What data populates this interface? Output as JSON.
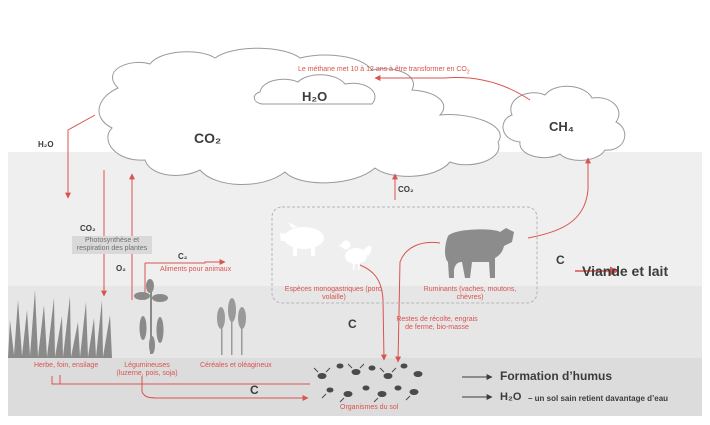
{
  "colors": {
    "accent_red": "#d9534f",
    "band_light": "#efefef",
    "band_mid": "#e4e4e4",
    "band_bottom": "#dddddd",
    "cloud_fill": "#ffffff",
    "cloud_stroke": "#9a9a9a",
    "silhouette": "#8c8c8c",
    "text_dark": "#3c3c3c"
  },
  "labels": {
    "methane_note": "Le méthane met 10 à 12 ans à être transformer en CO",
    "methane_note_sub": "2",
    "h2o_cloud": "H₂O",
    "co2_cloud": "CO₂",
    "ch4_cloud": "CH₄",
    "h2o_left": "H₂O",
    "co2_up": "CO₂",
    "co2_left": "CO₂",
    "photosynthesis": "Photosynthèse et respiration des plantes",
    "o2": "O₂",
    "c2": "C₂",
    "animal_feed": "Aliments pour animaux",
    "monogastric": "Espèces monogastriques (porc, volaille)",
    "ruminants": "Ruminants (vaches, moutons, chèvres)",
    "c_right": "C",
    "meat_milk": "Viande et lait",
    "c_middle": "C",
    "residues": "Restes de récolte, engrais de ferme, bio-masse",
    "grass": "Herbe, foin, ensilage",
    "legumes": "Légumineuses (luzerne, pois, soja)",
    "cereals": "Céréales et oléagineux",
    "c_bottom": "C",
    "soil_organisms": "Organismes du sol",
    "humus": "Formation d’humus",
    "h2o_bottom": "H₂O",
    "water_retention": "– un sol sain retient davantage d’eau"
  },
  "icons": [
    "cloud-icon",
    "pig-icon",
    "chicken-icon",
    "cow-icon",
    "grass-icon",
    "legume-plant-icon",
    "wheat-icon",
    "soil-organisms-icon"
  ]
}
